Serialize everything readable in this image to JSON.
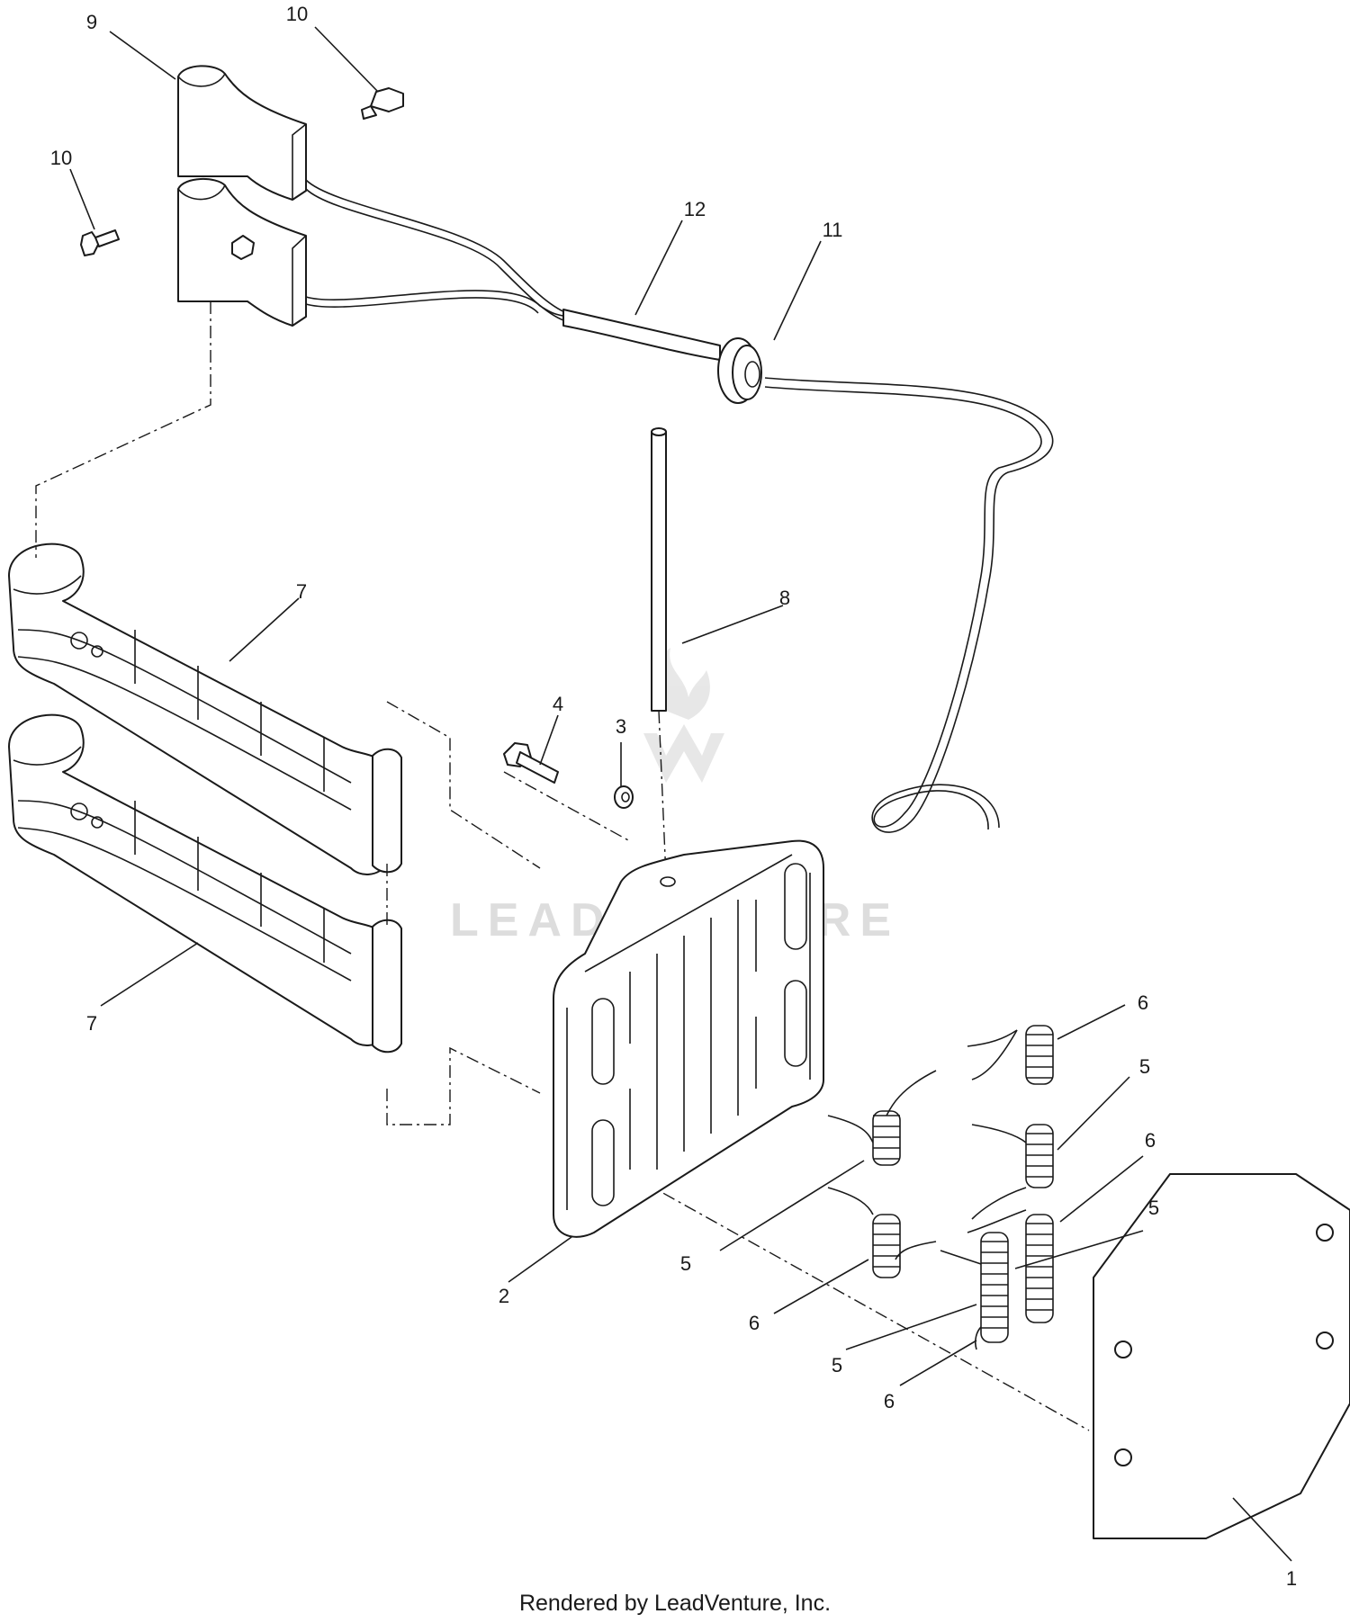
{
  "watermark": "LEADVENTURE",
  "footer": "Rendered by LeadVenture, Inc.",
  "callouts": {
    "c1": "1",
    "c2": "2",
    "c3": "3",
    "c4": "4",
    "c5a": "5",
    "c5b": "5",
    "c5c": "5",
    "c5d": "5",
    "c6a": "6",
    "c6b": "6",
    "c6c": "6",
    "c6d": "6",
    "c7a": "7",
    "c7b": "7",
    "c8": "8",
    "c9": "9",
    "c10a": "10",
    "c10b": "10",
    "c11": "11",
    "c12": "12"
  }
}
